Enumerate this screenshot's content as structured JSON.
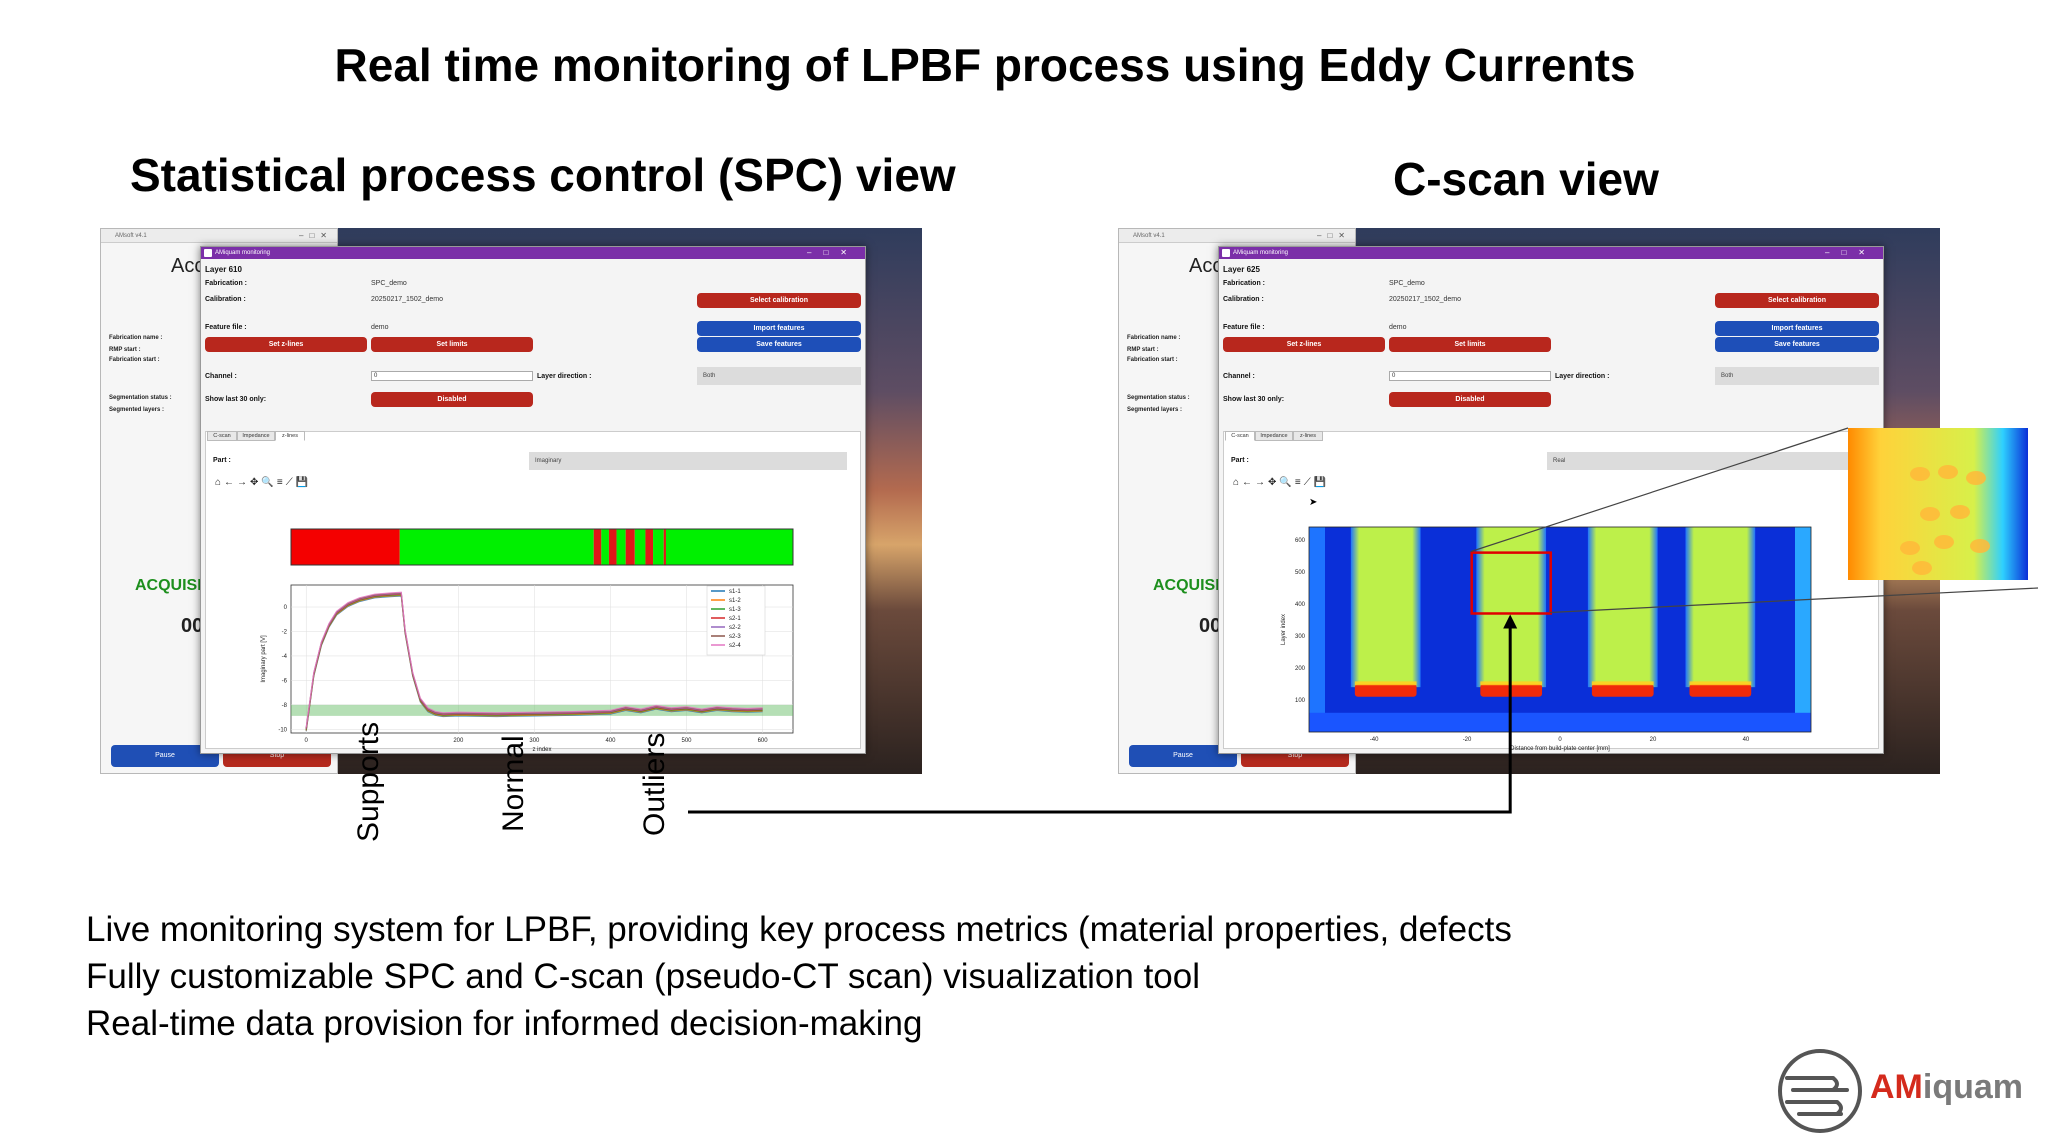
{
  "slide": {
    "title": "Real time monitoring of LPBF process using Eddy Currents",
    "left_heading": "Statistical process control (SPC) view",
    "right_heading": "C-scan view",
    "bullets": [
      "Live monitoring system for LPBF, providing key process metrics (material properties, defects",
      "Fully customizable SPC and C-scan (pseudo-CT scan) visualization tool",
      "Real-time data provision for informed decision-making"
    ],
    "callouts": [
      "Supports",
      "Normal",
      "Outliers"
    ],
    "logo": {
      "am": "AM",
      "rest": "iquam"
    }
  },
  "common": {
    "back_app_title": "AMsoft v4.1",
    "back_heading": "Acc",
    "back_labels": [
      "Fabrication name :",
      "RMP start :",
      "Fabrication start :",
      "Segmentation status :",
      "Segmented layers :"
    ],
    "back_acq": "ACQUISIT",
    "back_counter": "00",
    "back_pause": "Pause",
    "back_stop": "Stop",
    "front_app_title": "AMiquam monitoring",
    "win_controls": "–□✕",
    "fabrication_label": "Fabrication :",
    "fabrication_value": "SPC_demo",
    "calibration_label": "Calibration :",
    "calibration_value": "20250217_1502_demo",
    "select_calibration": "Select calibration",
    "feature_file_label": "Feature file :",
    "feature_file_value": "demo",
    "import_features": "Import features",
    "save_features": "Save features",
    "set_zlines": "Set z-lines",
    "set_limits": "Set limits",
    "channel_label": "Channel :",
    "channel_value": "0",
    "layer_direction_label": "Layer direction :",
    "layer_direction_value": "Both",
    "show_last_label": "Show last 30 only:",
    "show_last_value": "Disabled",
    "tabs": [
      "C-scan",
      "Impedance",
      "z-lines"
    ],
    "part_label": "Part :",
    "toolbar_icons": "⌂←→✥🔍≡⟋💾"
  },
  "spc_window": {
    "layer": "Layer 610",
    "part_value": "Imaginary",
    "active_tab": 2
  },
  "cscan_window": {
    "layer": "Layer 625",
    "part_value": "Real",
    "active_tab": 0
  },
  "chart_data": [
    {
      "type": "line",
      "title": "",
      "xlabel": "z index",
      "ylabel": "Imaginary part [V]",
      "xlim": [
        -20,
        640
      ],
      "ylim": [
        -10.3,
        1.8
      ],
      "xticks": [
        0,
        200,
        300,
        400,
        500,
        600
      ],
      "yticks": [
        0,
        -2,
        -4,
        -6,
        -8,
        -10
      ],
      "legend_position": "top-right",
      "band": [
        -8.9,
        -8.0
      ],
      "series": [
        {
          "name": "s1-1",
          "color": "#1f77b4"
        },
        {
          "name": "s1-2",
          "color": "#ff7f0e"
        },
        {
          "name": "s1-3",
          "color": "#2ca02c"
        },
        {
          "name": "s2-1",
          "color": "#d62728"
        },
        {
          "name": "s2-2",
          "color": "#9467bd"
        },
        {
          "name": "s2-3",
          "color": "#8c564b"
        },
        {
          "name": "s2-4",
          "color": "#e377c2"
        }
      ],
      "curve": {
        "x": [
          0,
          10,
          20,
          30,
          40,
          55,
          70,
          90,
          110,
          125,
          130,
          140,
          150,
          160,
          170,
          180,
          200,
          250,
          300,
          350,
          400,
          420,
          440,
          460,
          480,
          500,
          520,
          540,
          560,
          580,
          600
        ],
        "y": [
          -10,
          -5.5,
          -3.0,
          -1.5,
          -0.5,
          0.2,
          0.6,
          0.9,
          1.0,
          1.05,
          -2.0,
          -5.5,
          -7.6,
          -8.4,
          -8.7,
          -8.8,
          -8.75,
          -8.8,
          -8.75,
          -8.7,
          -8.6,
          -8.3,
          -8.5,
          -8.2,
          -8.4,
          -8.3,
          -8.5,
          -8.3,
          -8.4,
          -8.45,
          -8.4
        ]
      },
      "status_bar": {
        "x_range": [
          -20,
          640
        ],
        "segments": [
          {
            "start": -20,
            "end": 123,
            "status": "support"
          },
          {
            "start": 123,
            "end": 378,
            "status": "normal"
          },
          {
            "start": 378,
            "end": 388,
            "status": "outlier"
          },
          {
            "start": 388,
            "end": 398,
            "status": "normal"
          },
          {
            "start": 398,
            "end": 408,
            "status": "outlier"
          },
          {
            "start": 408,
            "end": 420,
            "status": "normal"
          },
          {
            "start": 420,
            "end": 432,
            "status": "outlier"
          },
          {
            "start": 432,
            "end": 446,
            "status": "normal"
          },
          {
            "start": 446,
            "end": 456,
            "status": "outlier"
          },
          {
            "start": 456,
            "end": 470,
            "status": "normal"
          },
          {
            "start": 470,
            "end": 473,
            "status": "outlier"
          },
          {
            "start": 473,
            "end": 640,
            "status": "normal"
          }
        ],
        "colors": {
          "support": "#f40000",
          "normal": "#00f000",
          "outlier": "#e01818"
        }
      }
    },
    {
      "type": "heatmap",
      "title": "",
      "xlabel": "Distance from build-plate center [mm]",
      "ylabel": "Layer index",
      "xlim": [
        -54,
        54
      ],
      "ylim": [
        0,
        640
      ],
      "xticks": [
        -40,
        -20,
        0,
        20,
        40
      ],
      "yticks": [
        100,
        200,
        300,
        400,
        500,
        600
      ],
      "parts_x": [
        [
          -45,
          -30
        ],
        [
          -18,
          -3
        ],
        [
          6,
          21
        ],
        [
          27,
          42
        ]
      ],
      "roi": {
        "x": [
          -19,
          -2
        ],
        "y": [
          370,
          560
        ]
      },
      "colors": {
        "background": "#0a2fd8",
        "edge": "#1e74ff",
        "part": "#bdf04a",
        "support": "#f02a0a",
        "support_glow": "#ffd020",
        "floor": "#1a55ff"
      }
    }
  ]
}
